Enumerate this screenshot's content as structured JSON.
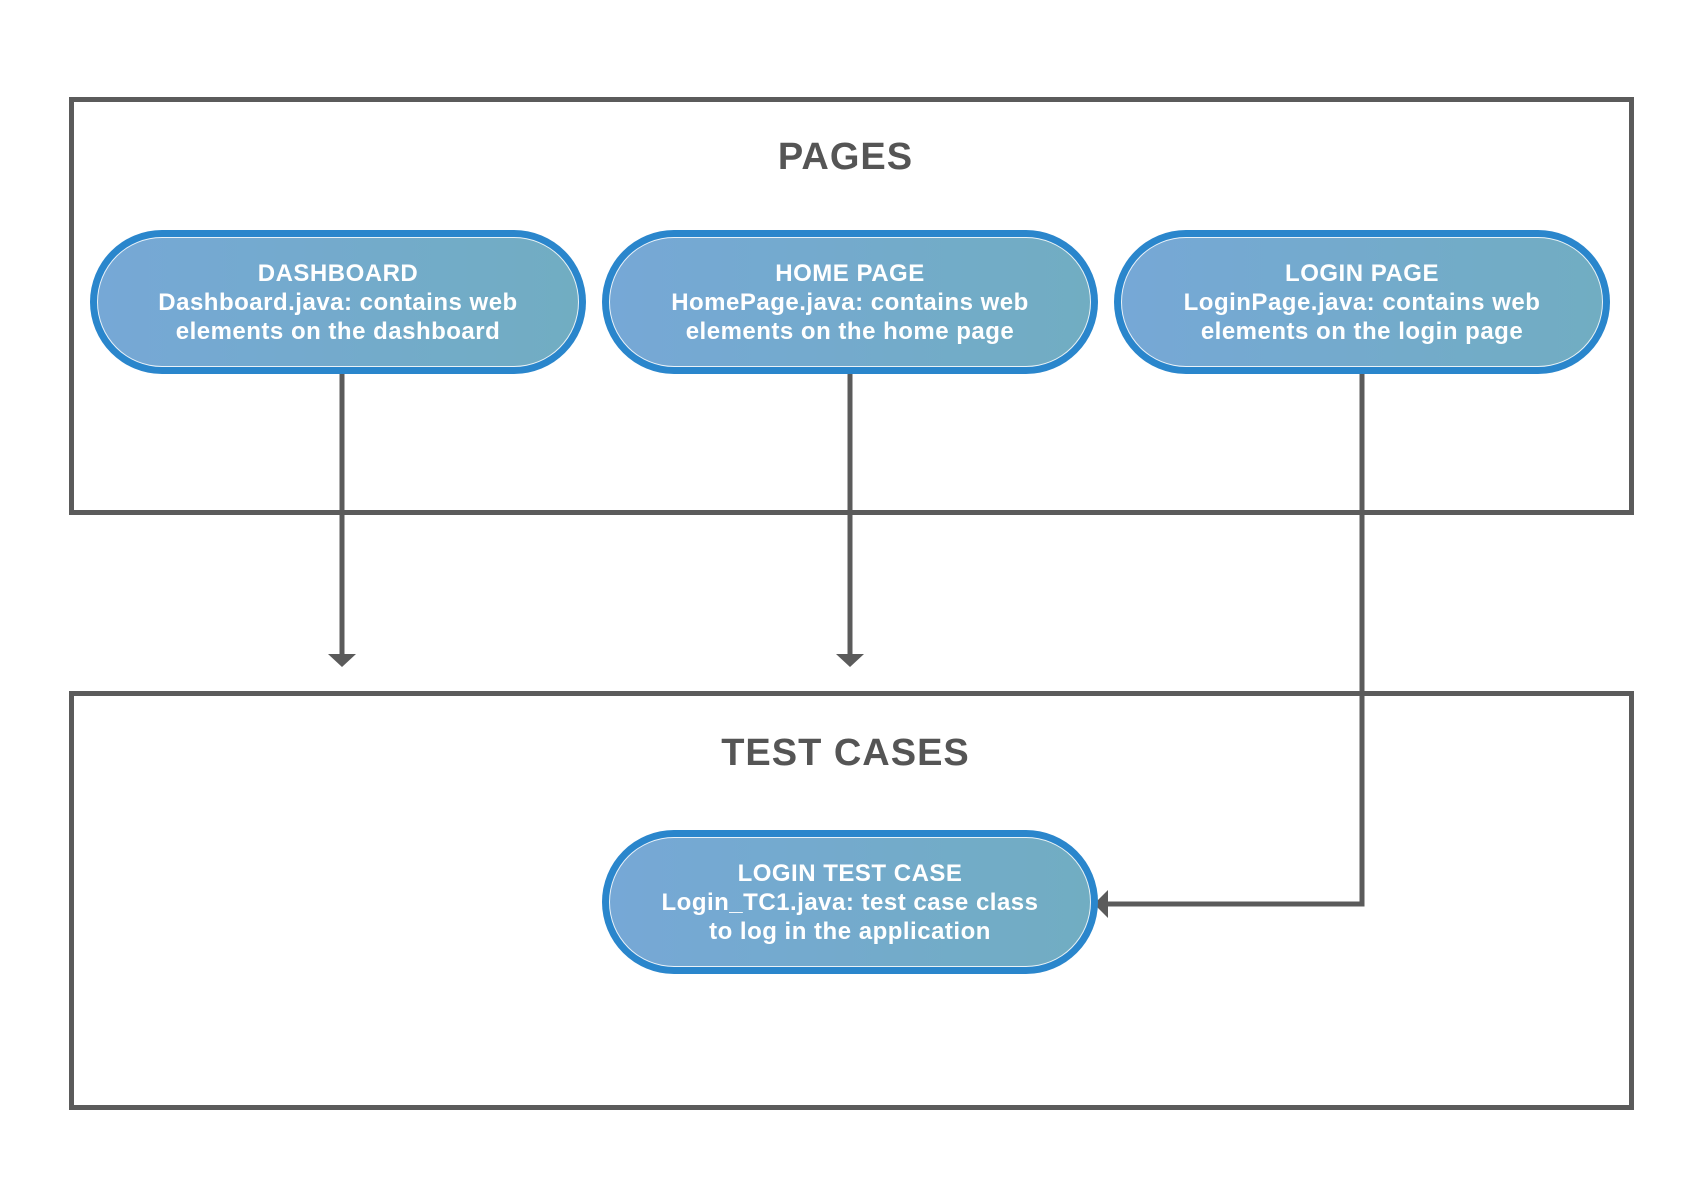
{
  "sections": {
    "pages": {
      "title": "PAGES"
    },
    "test_cases": {
      "title": "TEST CASES"
    }
  },
  "nodes": {
    "dashboard": {
      "title": "DASHBOARD",
      "line1": "Dashboard.java: contains web",
      "line2": "elements on the dashboard"
    },
    "home_page": {
      "title": "HOME PAGE",
      "line1": "HomePage.java: contains web",
      "line2": "elements on the home page"
    },
    "login_page": {
      "title": "LOGIN PAGE",
      "line1": "LoginPage.java: contains web",
      "line2": "elements on the login page"
    },
    "login_test_case": {
      "title": "LOGIN TEST CASE",
      "line1": "Login_TC1.java: test case class",
      "line2": "to log in the application"
    }
  },
  "edges": [
    {
      "from": "dashboard",
      "to": "test_cases"
    },
    {
      "from": "home_page",
      "to": "test_cases"
    },
    {
      "from": "login_page",
      "to": "login_test_case"
    }
  ],
  "colors": {
    "frame": "#5b5b5b",
    "pill_border": "#2a86cc",
    "pill_fill_start": "#76a8d6",
    "pill_fill_end": "#71adc2",
    "title_text": "#555555",
    "node_text": "#ffffff"
  }
}
